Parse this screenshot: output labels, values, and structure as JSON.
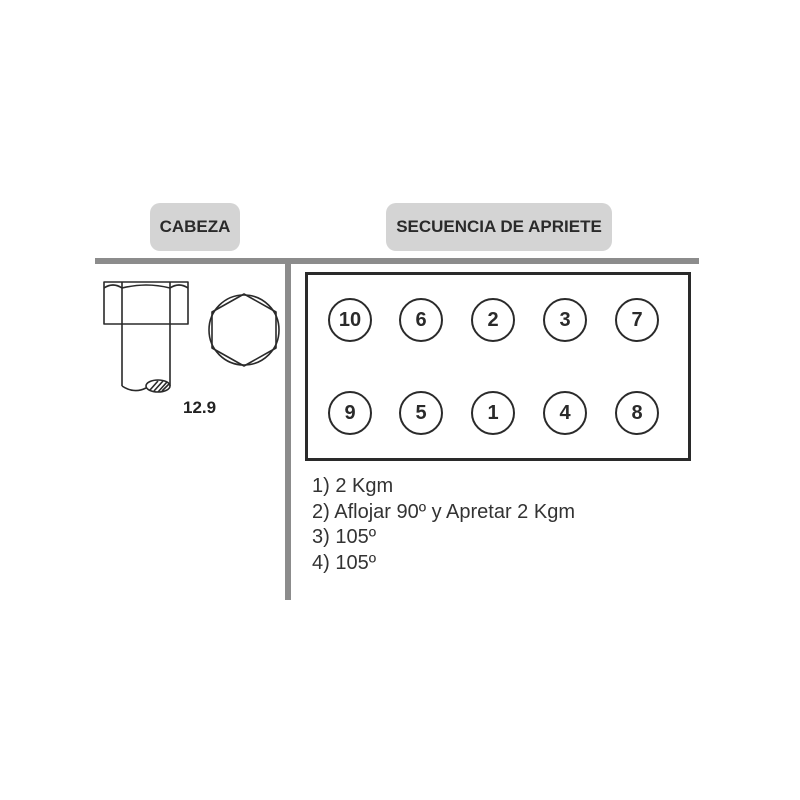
{
  "headers": {
    "cabeza": "CABEZA",
    "secuencia": "SECUENCIA DE APRIETE"
  },
  "bolt": {
    "grade": "12.9",
    "icon_side": "hex-bolt-side-icon",
    "icon_top": "hex-bolt-top-icon"
  },
  "sequence": {
    "top_row": [
      "10",
      "6",
      "2",
      "3",
      "7"
    ],
    "bottom_row": [
      "9",
      "5",
      "1",
      "4",
      "8"
    ]
  },
  "steps": [
    "1) 2 Kgm",
    "2) Aflojar 90º y Apretar 2 Kgm",
    "3) 105º",
    "4) 105º"
  ],
  "colors": {
    "tab_bg": "#d4d4d4",
    "divider": "#8c8c8c",
    "ink": "#2a2a2a"
  }
}
